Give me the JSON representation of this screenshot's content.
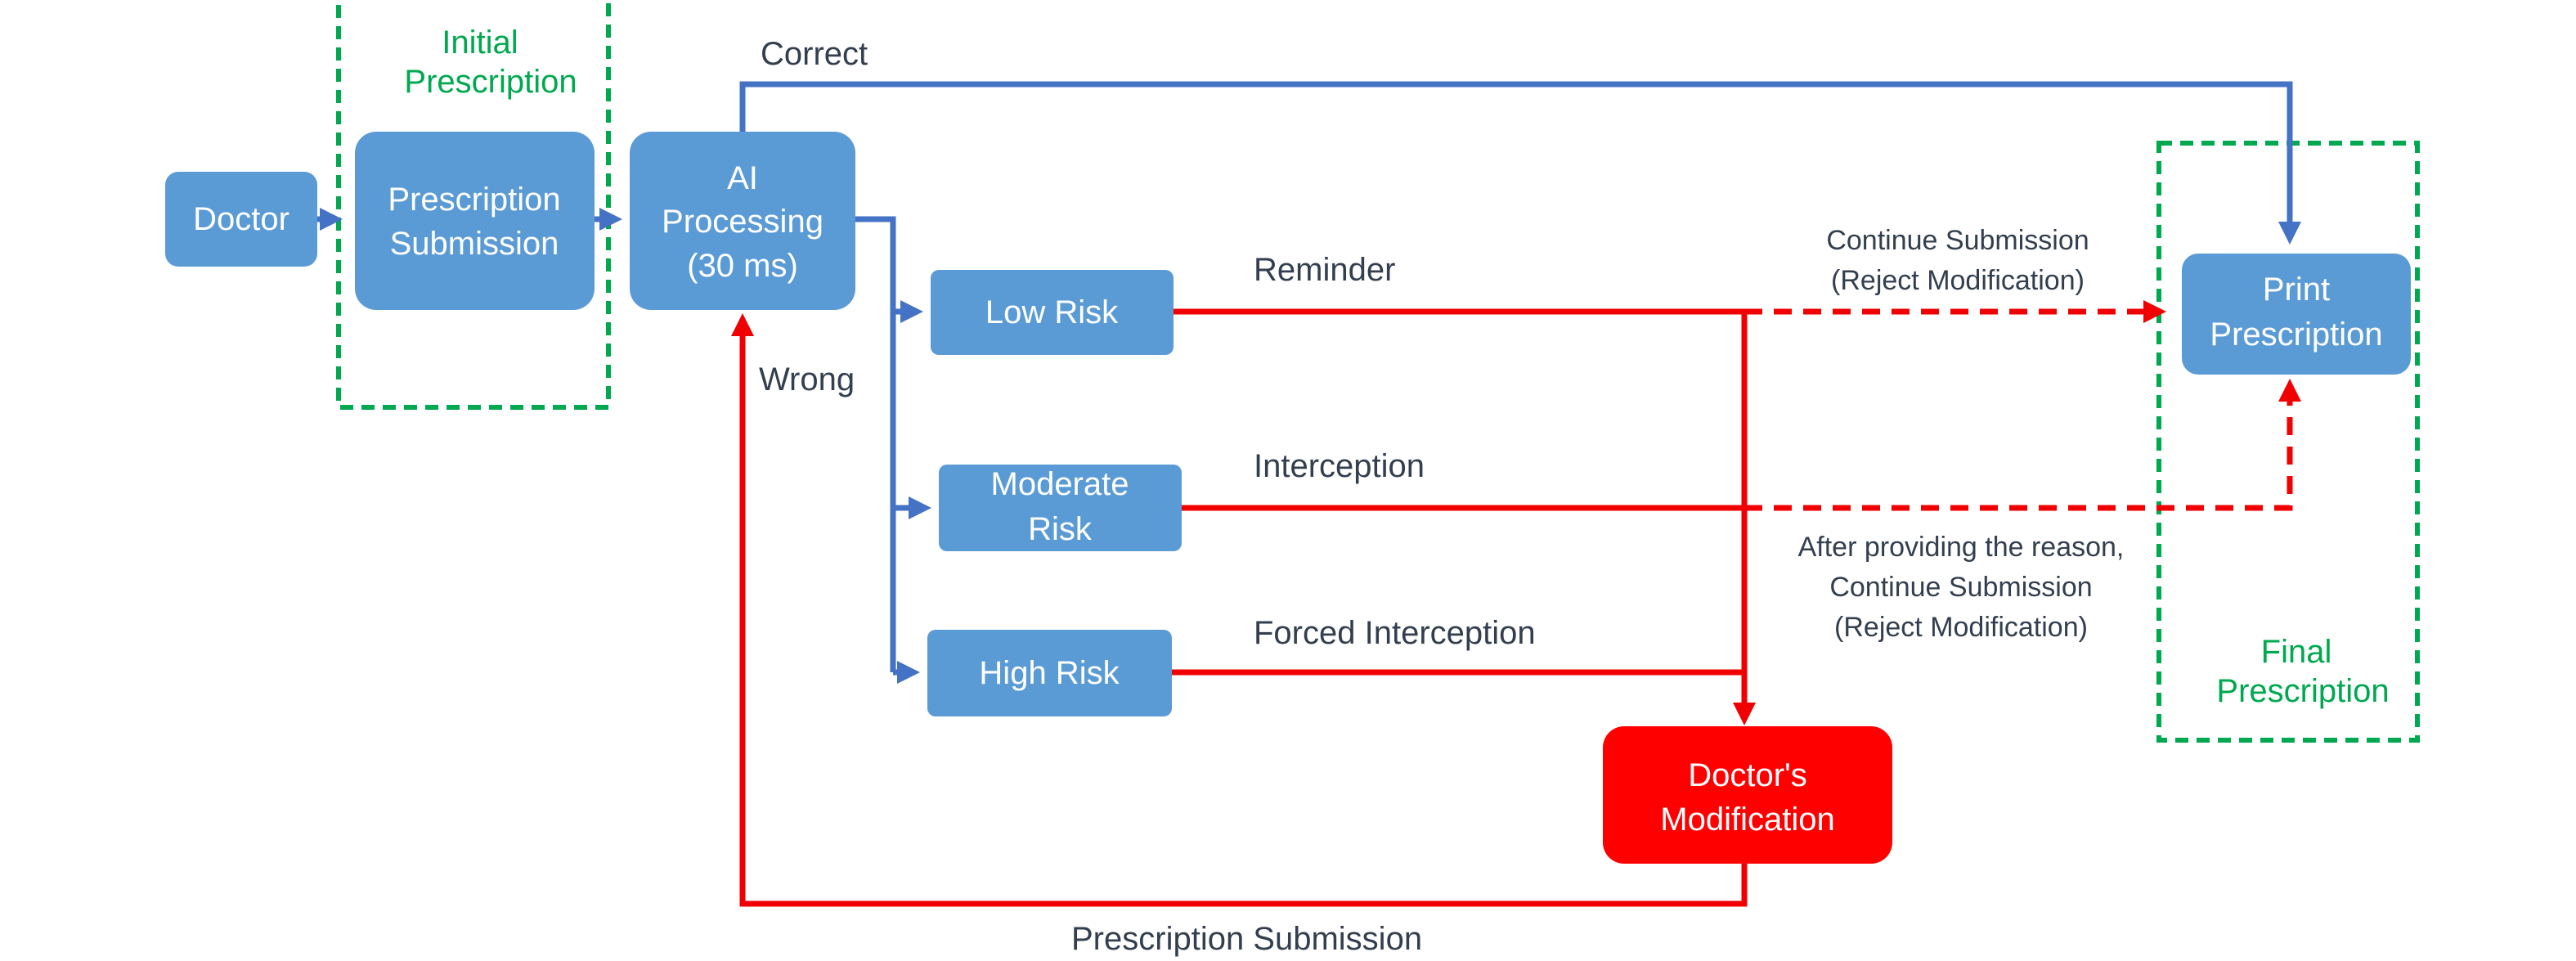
{
  "groups": {
    "initial_prescription": [
      "Initial",
      "Prescription"
    ],
    "final_prescription": [
      "Final",
      "Prescription"
    ]
  },
  "nodes": {
    "doctor": [
      "Doctor"
    ],
    "prescription_submission": [
      "Prescription",
      "Submission"
    ],
    "ai_processing": [
      "AI",
      "Processing",
      "(30 ms)"
    ],
    "low_risk": [
      "Low Risk"
    ],
    "moderate_risk": [
      "Moderate",
      "Risk"
    ],
    "high_risk": [
      "High Risk"
    ],
    "doctors_modification": [
      "Doctor's",
      "Modification"
    ],
    "print_prescription": [
      "Print",
      "Prescription"
    ]
  },
  "edge_labels": {
    "correct": "Correct",
    "wrong": "Wrong",
    "reminder": "Reminder",
    "interception": "Interception",
    "forced_interception": "Forced Interception",
    "continue_submission": [
      "Continue Submission",
      "(Reject Modification)"
    ],
    "after_reason": [
      "After providing the reason,",
      "Continue Submission",
      "(Reject Modification)"
    ],
    "prescription_submission_loop": "Prescription Submission"
  },
  "colors": {
    "node_blue": "#5b9bd5",
    "node_red": "#ff0000",
    "flow_blue": "#4472c4",
    "flow_red": "#f00000",
    "group_green": "#00a84f",
    "text_dark": "#333f4f"
  }
}
